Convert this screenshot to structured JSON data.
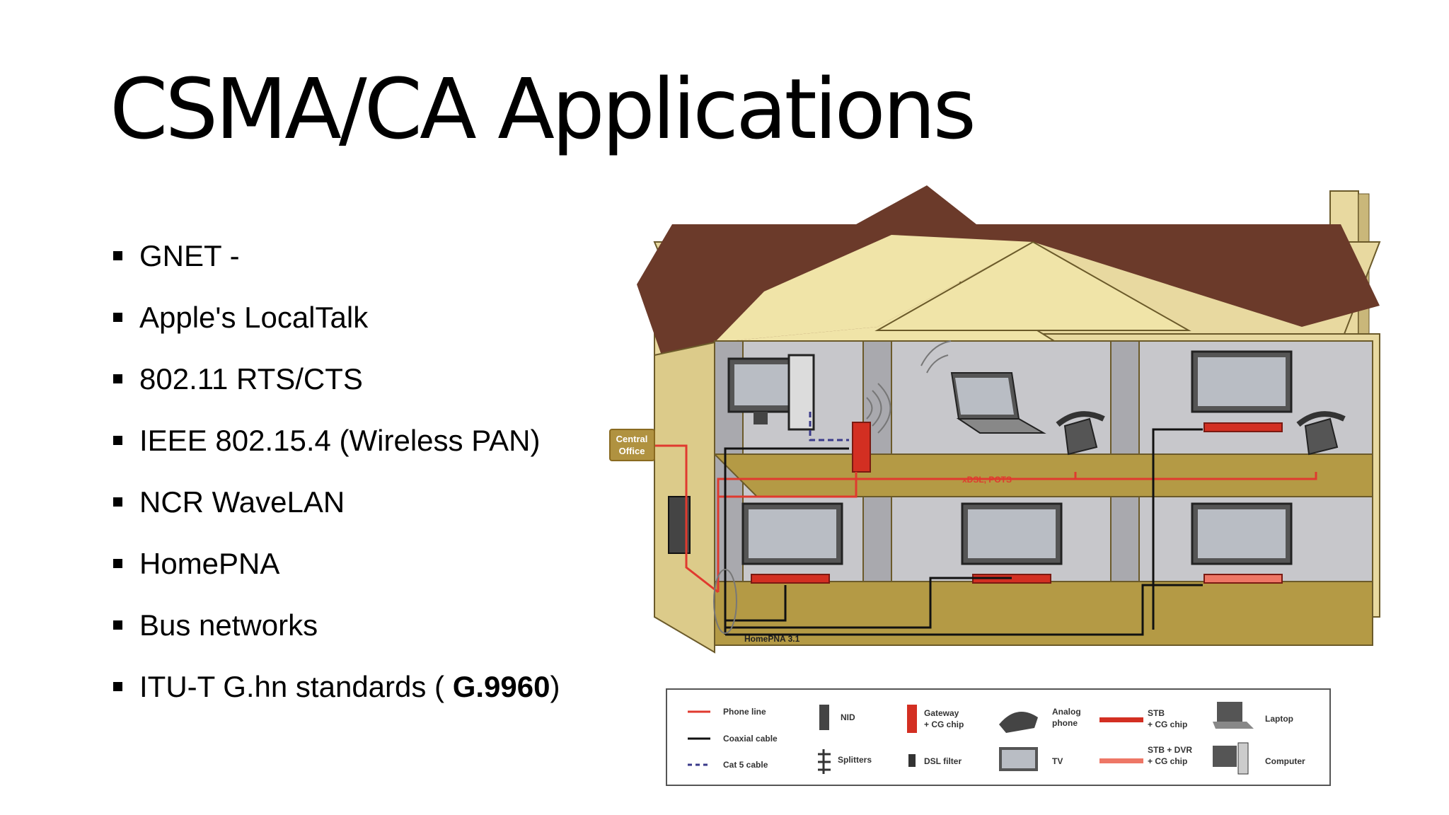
{
  "slide": {
    "title": "CSMA/CA Applications"
  },
  "bullets": [
    {
      "text": "GNET -",
      "bold": "",
      "after": ""
    },
    {
      "text": "Apple's LocalTalk",
      "bold": "",
      "after": ""
    },
    {
      "text": "802.11 RTS/CTS",
      "bold": "",
      "after": ""
    },
    {
      "text": "IEEE 802.15.4 (Wireless PAN)",
      "bold": "",
      "after": ""
    },
    {
      "text": "NCR WaveLAN",
      "bold": "",
      "after": ""
    },
    {
      "text": "HomePNA",
      "bold": "",
      "after": ""
    },
    {
      "text": "Bus networks",
      "bold": "",
      "after": ""
    },
    {
      "text": "ITU-T G.hn standards ( ",
      "bold": "G.9960",
      "after": ")"
    }
  ],
  "diagram": {
    "central_office": [
      "Central",
      "Office"
    ],
    "xdsl_label": "xDSL, POTS",
    "homepna_label": "HomePNA 3.1",
    "colors": {
      "phone_line": "#e03a2f",
      "coax": "#111111",
      "cat5": "#3a3a8a",
      "roof": "#6b3a2a",
      "wall": "#e8d9a0",
      "floor": "#b49a45"
    }
  },
  "legend": {
    "items": [
      [
        "Phone line"
      ],
      [
        "Coaxial cable"
      ],
      [
        "Cat 5 cable"
      ],
      [
        "NID"
      ],
      [
        "Splitters"
      ],
      [
        "Gateway",
        "+ CG chip"
      ],
      [
        "DSL filter"
      ],
      [
        "Analog",
        "phone"
      ],
      [
        "TV"
      ],
      [
        "STB",
        "+ CG chip"
      ],
      [
        "STB + DVR",
        "+ CG chip"
      ],
      [
        "Laptop"
      ],
      [
        "Computer"
      ]
    ]
  }
}
